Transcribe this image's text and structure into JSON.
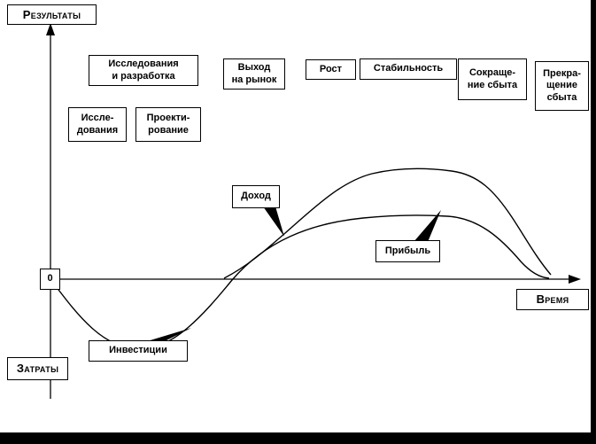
{
  "diagram": {
    "title_hint": "Product life cycle curves",
    "axis": {
      "results_label": "Результаты",
      "costs_label": "Затраты",
      "time_label": "Время",
      "origin": "0"
    },
    "phases": {
      "rnd": "Исследования\nи разработка",
      "market_entry": "Выход\nна рынок",
      "growth": "Рост",
      "stability": "Стабильность",
      "sales_decline": "Сокраще-\nние сбыта",
      "sales_termination": "Прекра-\nщение\nсбыта"
    },
    "subphases": {
      "research": "Иссле-\nдования",
      "design": "Проекти-\nрование"
    },
    "callouts": {
      "income": "Доход",
      "profit": "Прибыль",
      "investments": "Инвестиции"
    },
    "colors": {
      "background": "#ffffff",
      "line": "#000000",
      "box_fill": "#ffffff",
      "box_border": "#000000",
      "text": "#000000",
      "frame": "#000000"
    }
  }
}
